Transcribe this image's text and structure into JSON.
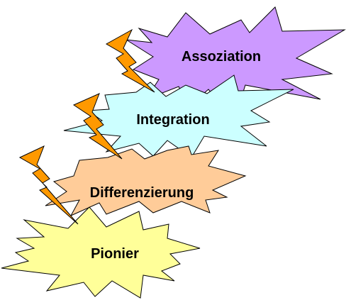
{
  "stages": [
    {
      "label": "Assoziation",
      "color": "#cc99ff"
    },
    {
      "label": "Integration",
      "color": "#ccffff"
    },
    {
      "label": "Differenzierung",
      "color": "#ffcc99"
    },
    {
      "label": "Pionier",
      "color": "#ffff99"
    }
  ],
  "bolt_color": "#ff9900"
}
